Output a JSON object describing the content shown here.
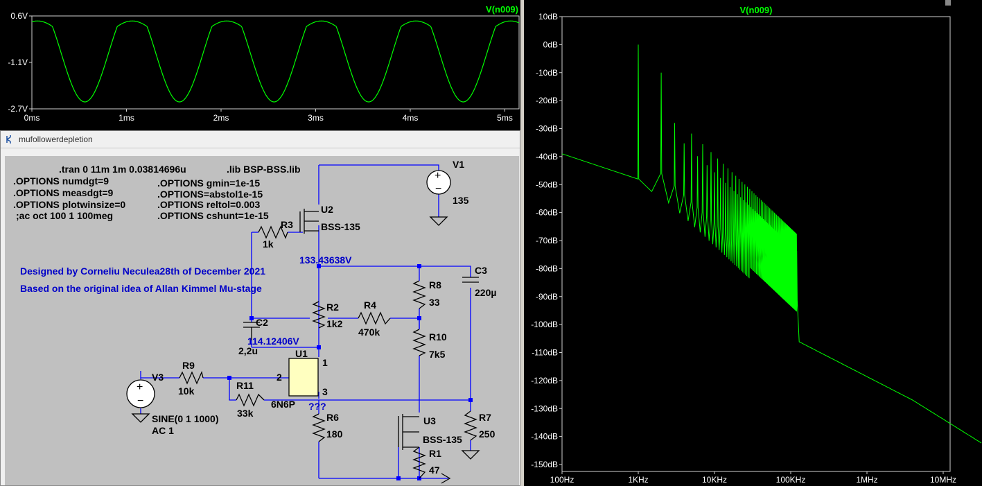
{
  "waveform_plot": {
    "trace_name": "V(n009)",
    "y_ticks": [
      "0.6V",
      "-1.1V",
      "-2.7V"
    ],
    "x_ticks": [
      "0ms",
      "1ms",
      "2ms",
      "3ms",
      "4ms",
      "5ms"
    ],
    "trace_color": "#00ff00"
  },
  "fft_plot": {
    "trace_name": "V(n009)",
    "y_ticks": [
      "10dB",
      "0dB",
      "-10dB",
      "-20dB",
      "-30dB",
      "-40dB",
      "-50dB",
      "-60dB",
      "-70dB",
      "-80dB",
      "-90dB",
      "-100dB",
      "-110dB",
      "-120dB",
      "-130dB",
      "-140dB",
      "-150dB"
    ],
    "x_ticks": [
      "100Hz",
      "1KHz",
      "10KHz",
      "100KHz",
      "1MHz",
      "10MHz"
    ],
    "trace_color": "#00ff00"
  },
  "schematic": {
    "window_title": "mufollowerdepletion",
    "directives": {
      "tran": ".tran 0 11m 1m 0.03814696u",
      "numdgt": ".OPTIONS numdgt=9",
      "measdgt": ".OPTIONS measdgt=9",
      "plotwinsize": ".OPTIONS plotwinsize=0",
      "ac": ";ac oct 100 1 100meg",
      "lib": ".lib BSP-BSS.lib",
      "gmin": ".OPTIONS gmin=1e-15",
      "abstol": ".OPTIONS=abstol1e-15",
      "reltol": ".OPTIONS reltol=0.003",
      "cshunt": ".OPTIONS cshunt=1e-15"
    },
    "credit_line1": "Designed by Corneliu Neculea28th of December 2021",
    "credit_line2": "Based on the original idea of Allan Kimmel Mu-stage",
    "node_voltages": {
      "top": "133.43638V",
      "mid": "114.12406V",
      "unknown": "???"
    },
    "components": {
      "V1": {
        "name": "V1",
        "value": "135"
      },
      "U2": {
        "name": "U2",
        "value": "BSS-135"
      },
      "R3": {
        "name": "R3",
        "value": "1k"
      },
      "R8": {
        "name": "R8",
        "value": "33"
      },
      "C3": {
        "name": "C3",
        "value": "220µ"
      },
      "R2": {
        "name": "R2",
        "value": "1k2"
      },
      "R4": {
        "name": "R4",
        "value": "470k"
      },
      "C2": {
        "name": "C2",
        "value": "2,2u"
      },
      "R10": {
        "name": "R10",
        "value": "7k5"
      },
      "U1": {
        "name": "U1",
        "value": "6N6P",
        "pin1": "1",
        "pin2": "2",
        "pin3": "3"
      },
      "V3": {
        "name": "V3",
        "value": "SINE(0 1 1000)",
        "ac": "AC 1"
      },
      "R9": {
        "name": "R9",
        "value": "10k"
      },
      "R11": {
        "name": "R11",
        "value": "33k"
      },
      "R6": {
        "name": "R6",
        "value": "180"
      },
      "U3": {
        "name": "U3",
        "value": "BSS-135"
      },
      "R7": {
        "name": "R7",
        "value": "250"
      },
      "R1": {
        "name": "R1",
        "value": "47"
      }
    }
  }
}
